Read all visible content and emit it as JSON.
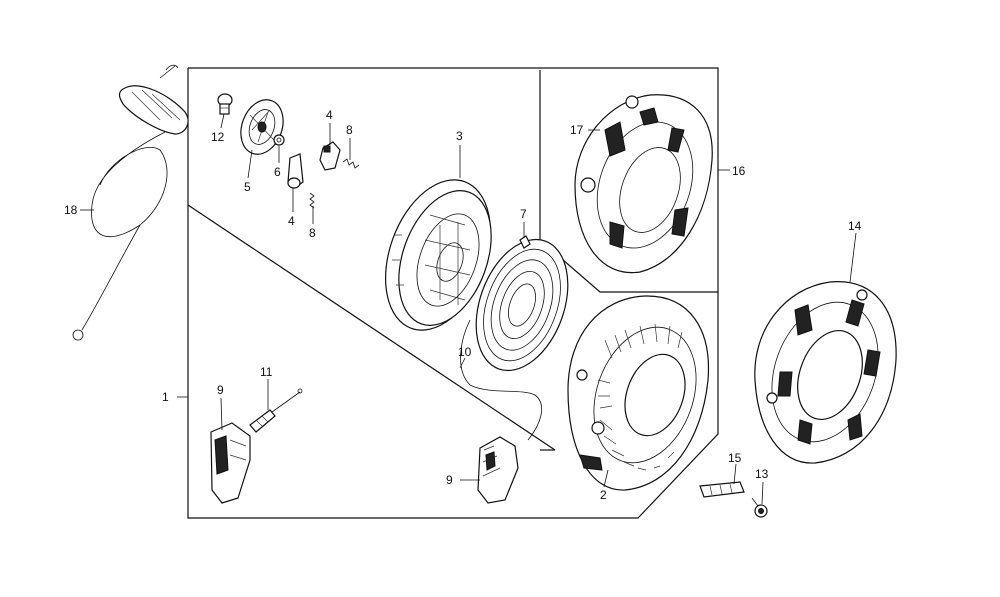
{
  "diagram": {
    "callouts": {
      "p1": "1",
      "p2": "2",
      "p3": "3",
      "p4a": "4",
      "p4b": "4",
      "p5": "5",
      "p6": "6",
      "p7": "7",
      "p8a": "8",
      "p8b": "8",
      "p9a": "9",
      "p9b": "9",
      "p10": "10",
      "p11": "11",
      "p12": "12",
      "p13": "13",
      "p14": "14",
      "p15": "15",
      "p16": "16",
      "p17": "17",
      "p18": "18"
    }
  }
}
